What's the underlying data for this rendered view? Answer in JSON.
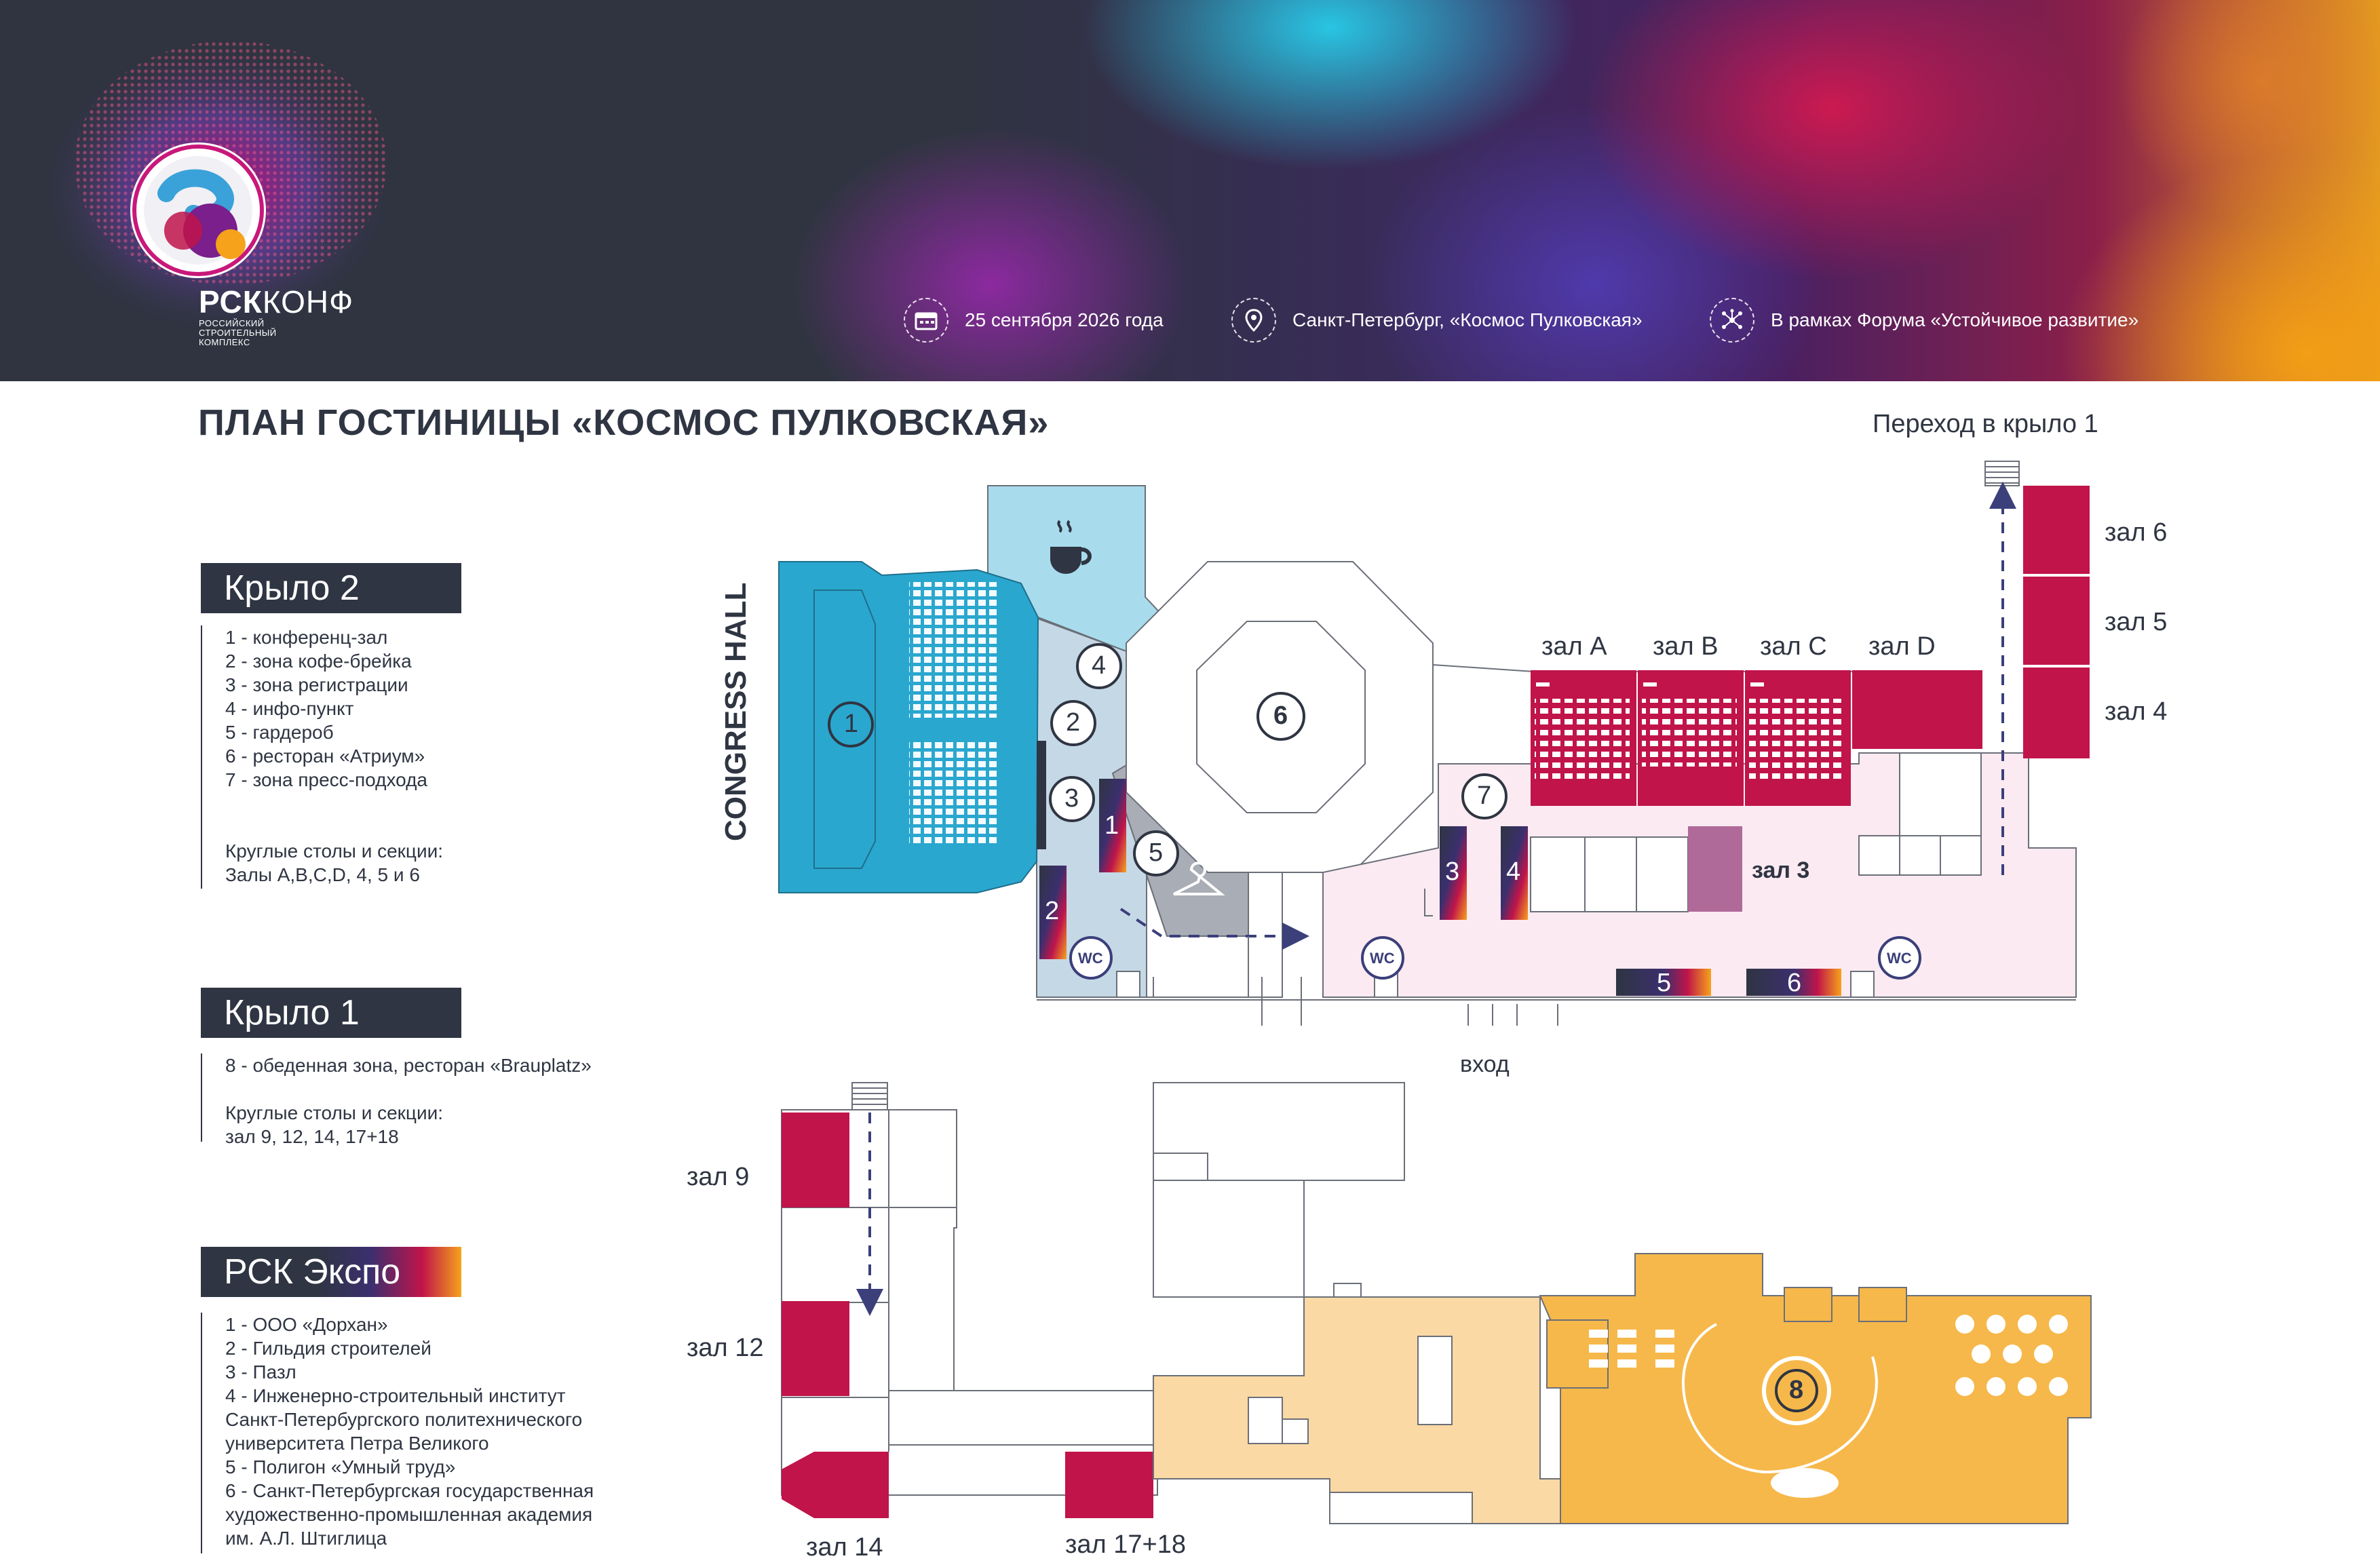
{
  "header": {
    "brand_bold": "РСК",
    "brand_light": "КОНФ",
    "brand_subtitle": "РОССИЙСКИЙ СТРОИТЕЛЬНЫЙ КОМПЛЕКС",
    "date": "25 сентября 2026 года",
    "location": "Санкт-Петербург, «Космос Пулковская»",
    "forum": "В рамках Форума «Устойчивое развитие»"
  },
  "title": "ПЛАН ГОСТИНИЦЫ «КОСМОС ПУЛКОВСКАЯ»",
  "legend": {
    "wing2": {
      "heading": "Крыло 2",
      "items": [
        "1 - конференц-зал",
        "2 - зона кофе-брейка",
        "3 - зона регистрации",
        "4 - инфо-пункт",
        "5 - гардероб",
        "6 - ресторан «Атриум»",
        "7 - зона пресс-подхода"
      ],
      "tables_title": "Круглые столы и секции:",
      "tables": "Залы A,B,C,D, 4, 5 и 6"
    },
    "wing1": {
      "heading": "Крыло 1",
      "items": [
        "8 - обеденная зона, ресторан «Brauplatz»"
      ],
      "tables_title": "Круглые столы и секции:",
      "tables": "зал 9, 12, 14, 17+18"
    },
    "expo": {
      "heading": "РСК Экспо",
      "items": [
        "1 - ООО «Дорхан»",
        "2 - Гильдия строителей",
        "3 - Пазл",
        "4 - Инженерно-строительный институт",
        "Санкт-Петербургского политехнического",
        "университета Петра Великого",
        "5 - Полигон «Умный труд»",
        "6 - Санкт-Петербургская государственная",
        "художественно-промышленная академия",
        "им. А.Л. Штиглица"
      ]
    }
  },
  "map": {
    "congress_hall": "CONGRESS HALL",
    "transition": "Переход в крыло 1",
    "entrance": "вход",
    "halls": {
      "a": "зал A",
      "b": "зал B",
      "c": "зал C",
      "d": "зал D",
      "h6": "зал 6",
      "h5": "зал 5",
      "h4": "зал 4",
      "h3": "зал 3",
      "h9": "зал 9",
      "h12": "зал 12",
      "h14": "зал 14",
      "h1718": "зал 17+18"
    },
    "markers": [
      "1",
      "2",
      "3",
      "4",
      "5",
      "6",
      "7",
      "8"
    ],
    "expo_booths": [
      "1",
      "2",
      "3",
      "4",
      "5",
      "6"
    ],
    "wc": "WC"
  },
  "colors": {
    "dark": "#2f3542",
    "crimson": "#c0144a",
    "congress": "#2aa7cf",
    "cafe": "#a8dced",
    "reception": "#c5d8e6",
    "wardrobe": "#a9adb5",
    "corridor_pink": "#fbeaf2",
    "hall3": "#b06a9a",
    "wing1_light": "#fbd9a5",
    "wing1_orange": "#f6b84a"
  },
  "icons": [
    "calendar-icon",
    "location-pin-icon",
    "network-icon",
    "coffee-cup-icon",
    "hanger-icon",
    "arrow-icon"
  ]
}
